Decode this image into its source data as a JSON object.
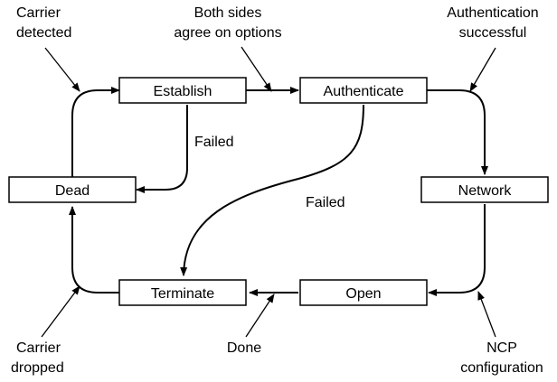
{
  "states": {
    "establish": "Establish",
    "authenticate": "Authenticate",
    "dead": "Dead",
    "network": "Network",
    "terminate": "Terminate",
    "open": "Open"
  },
  "transitions": {
    "establish_failed": "Failed",
    "authenticate_failed": "Failed"
  },
  "annotations": {
    "carrier_detected": [
      "Carrier",
      "detected"
    ],
    "both_sides_agree": [
      "Both sides",
      "agree on options"
    ],
    "authentication_successful": [
      "Authentication",
      "successful"
    ],
    "carrier_dropped": [
      "Carrier",
      "dropped"
    ],
    "done": "Done",
    "ncp_configuration": [
      "NCP",
      "configuration"
    ]
  }
}
